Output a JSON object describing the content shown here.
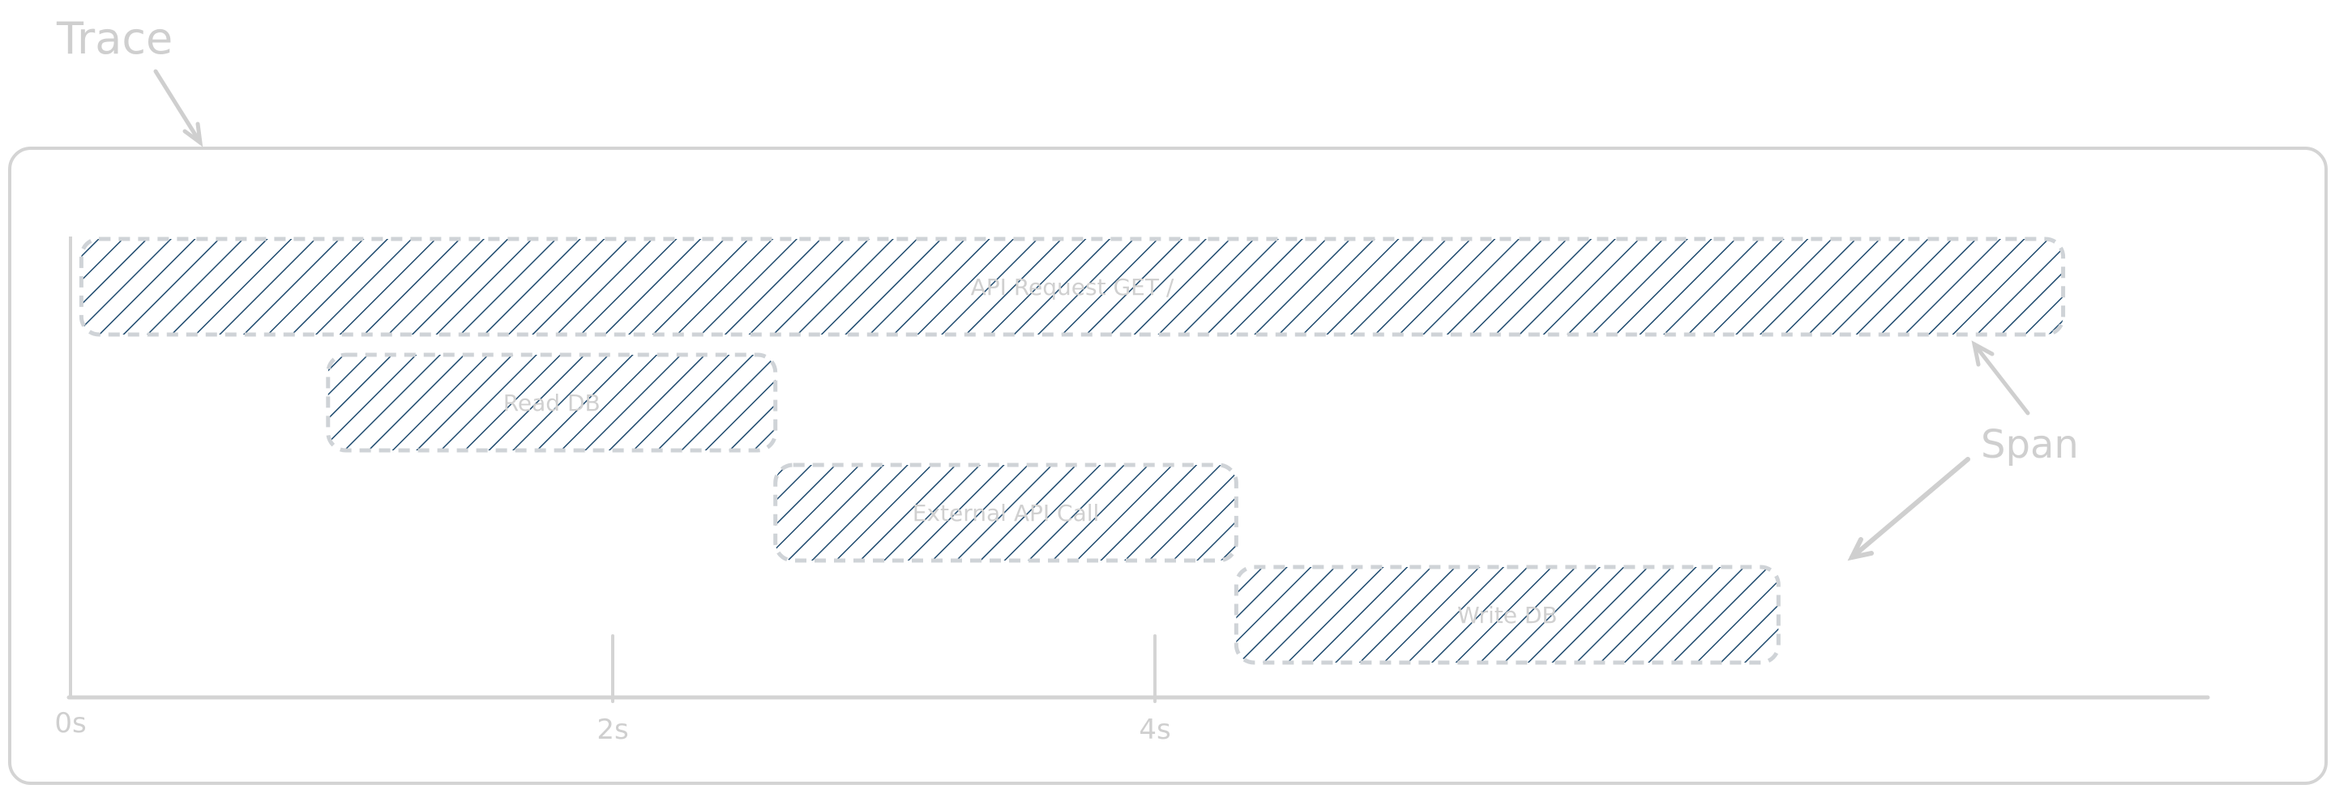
{
  "annotations": {
    "trace_label": "Trace",
    "span_label": "Span"
  },
  "axis": {
    "ticks": [
      {
        "label": "0s",
        "value": 0
      },
      {
        "label": "2s",
        "value": 2
      },
      {
        "label": "4s",
        "value": 4
      }
    ]
  },
  "spans": [
    {
      "label": "API Request GET /",
      "start": 0.04,
      "end": 7.35
    },
    {
      "label": "Read DB",
      "start": 0.95,
      "end": 2.6
    },
    {
      "label": "External API Call",
      "start": 2.6,
      "end": 4.3
    },
    {
      "label": "Write DB",
      "start": 4.3,
      "end": 6.3
    }
  ],
  "colors": {
    "hatch": "#1e4a6e",
    "outline": "#cfd3d7",
    "annotation": "#cfcfcf",
    "frame": "#d4d4d4",
    "span_text": "#d0d0d0"
  }
}
